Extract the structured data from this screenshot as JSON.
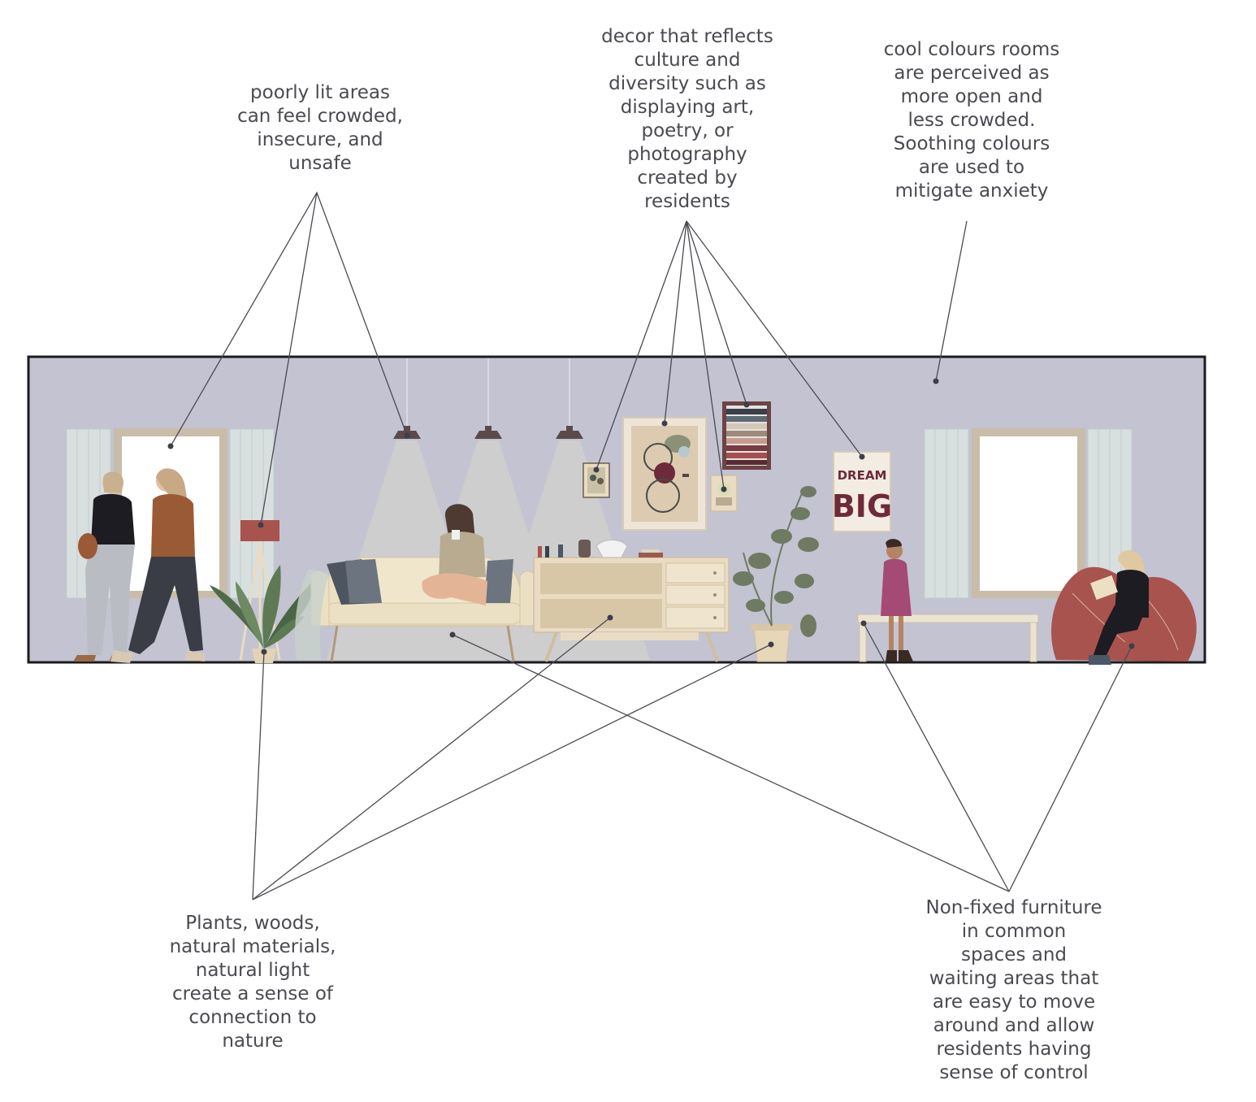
{
  "annotations": {
    "lighting": "poorly lit areas\ncan feel crowded,\ninsecure, and\nunsafe",
    "decor": "decor that reflects\nculture and\ndiversity such as\ndisplaying art,\npoetry, or\nphotography\ncreated by\nresidents",
    "colours": "cool colours rooms\nare perceived as\nmore open and\nless crowded.\nSoothing colours\nare used to\nmitigate anxiety",
    "nature": "Plants, woods,\nnatural materials,\nnatural light\ncreate a sense of\nconnection to\nnature",
    "furniture": "Non-fixed furniture\nin common\nspaces and\nwaiting areas that\nare easy to move\naround and allow\nresidents having\nsense of control"
  },
  "poster": {
    "line1": "DREAM",
    "line2": "BIG"
  },
  "colors": {
    "wall": "#c3c3d2",
    "frame": "#1c1c1c",
    "leader": "#4a4a55",
    "shutter": "#d8e0df",
    "window_trim": "#c9bca9",
    "wood": "#e9dcc3",
    "sofa": "#ece0c4",
    "beanbag": "#a8534e",
    "lamp": "#5a4a4a",
    "light_cone": "#d4d4cc",
    "plant": "#6f7a62",
    "poster_text": "#6e2a3a"
  },
  "icons": [
    "pendant-lamp-icon",
    "plant-icon",
    "person-icon",
    "sofa-icon",
    "beanbag-icon",
    "picture-frame-icon"
  ]
}
